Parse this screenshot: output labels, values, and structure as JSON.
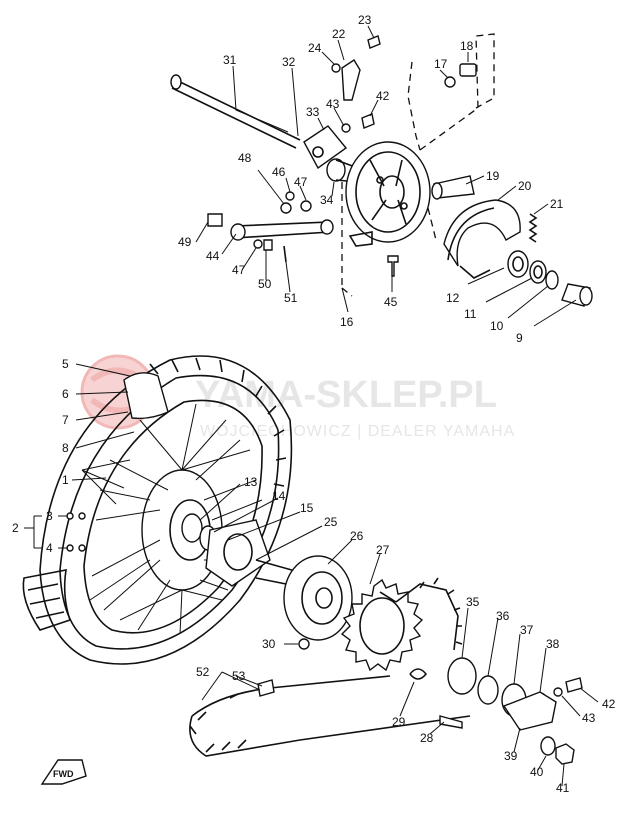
{
  "watermark": {
    "title": "YAMA-SKLEP.PL",
    "subtitle": "WOJCIECHOWICZ | DEALER YAMAHA",
    "color": "#e6e6e6",
    "logo_color": "#f2b8b8"
  },
  "fwd_label": "FWD",
  "labels": {
    "1": "1",
    "2": "2",
    "3": "3",
    "4": "4",
    "5": "5",
    "6": "6",
    "7": "7",
    "8": "8",
    "9": "9",
    "10": "10",
    "11": "11",
    "12": "12",
    "13": "13",
    "14": "14",
    "15": "15",
    "16": "16",
    "17": "17",
    "18": "18",
    "19": "19",
    "20": "20",
    "21": "21",
    "22": "22",
    "23": "23",
    "24": "24",
    "25": "25",
    "26": "26",
    "27": "27",
    "28": "28",
    "29": "29",
    "30": "30",
    "31": "31",
    "32": "32",
    "33": "33",
    "34": "34",
    "35": "35",
    "36": "36",
    "37": "37",
    "38": "38",
    "39": "39",
    "40": "40",
    "41": "41",
    "42": "42",
    "43": "43",
    "44": "44",
    "45": "45",
    "46": "46",
    "47": "47",
    "47b": "47",
    "48": "48",
    "49": "49",
    "50": "50",
    "51": "51",
    "52": "52",
    "53": "53",
    "42b": "42",
    "43b": "43"
  }
}
